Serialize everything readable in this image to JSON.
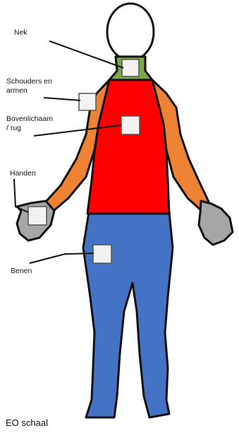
{
  "labels": {
    "neck": "Nek",
    "shoulders_arms_line1": "Schouders en",
    "shoulders_arms_line2": "armen",
    "upper_body_line1": "Bovenlichaam",
    "upper_body_line2": "/ rug",
    "hands": "Handen",
    "legs": "Benen"
  },
  "caption": "EO schaal",
  "colors": {
    "neck": "#7aa84a",
    "shoulders_arms": "#ee8433",
    "upper_body": "#ff0000",
    "hands": "#a6a6a6",
    "legs": "#4472c4",
    "outline": "#111111",
    "marker": "#f2f2f2"
  }
}
